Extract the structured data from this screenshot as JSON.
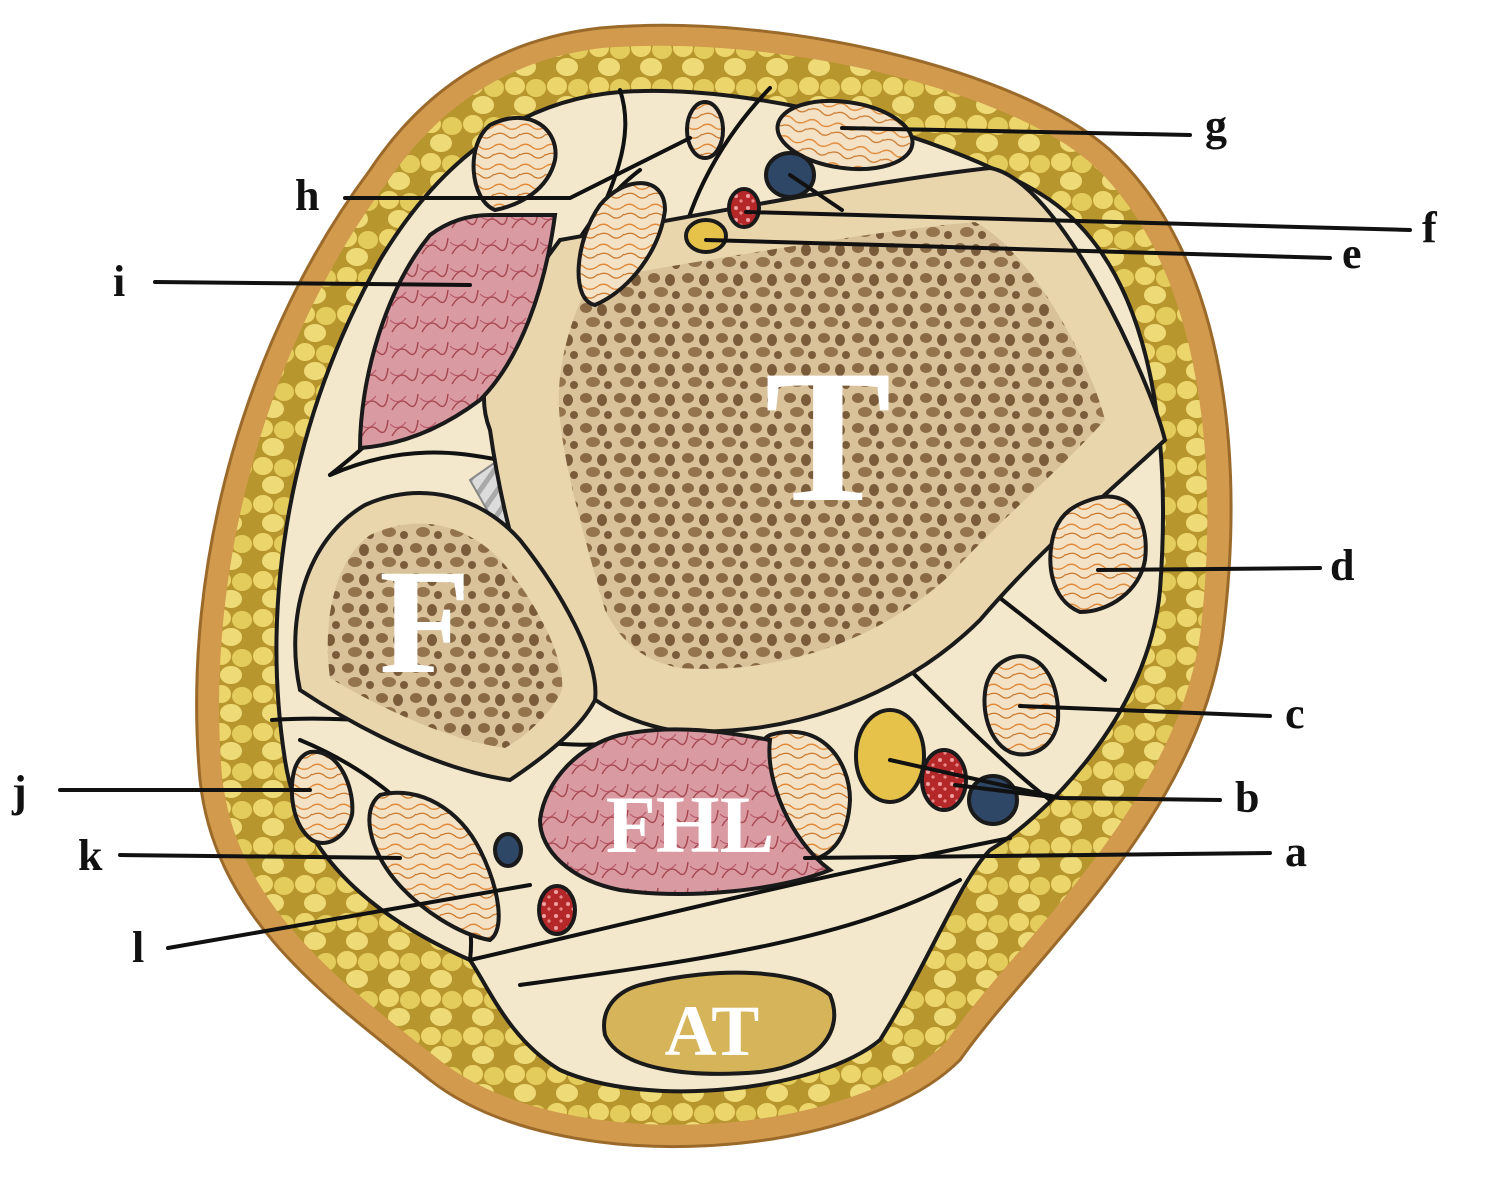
{
  "labels": {
    "a": "a",
    "b": "b",
    "c": "c",
    "d": "d",
    "e": "e",
    "f": "f",
    "g": "g",
    "h": "h",
    "i": "i",
    "j": "j",
    "k": "k",
    "l": "l"
  },
  "structures": {
    "tibia": "T",
    "fibula": "F",
    "flexor_hallucis_longus": "FHL",
    "achilles_tendon": "AT"
  },
  "colors": {
    "skin": "#d19a4c",
    "fat": "#d6b94a",
    "fascia": "#f3e8cc",
    "bone_cortex": "#e9d6ad",
    "bone_marrow": "#a88a60",
    "muscle": "#d8909a",
    "tendon": "#f2dcc0",
    "artery": "#b5282a",
    "vein": "#2e4766",
    "nerve": "#e7c24a",
    "membrane": "#c9c9c9"
  }
}
